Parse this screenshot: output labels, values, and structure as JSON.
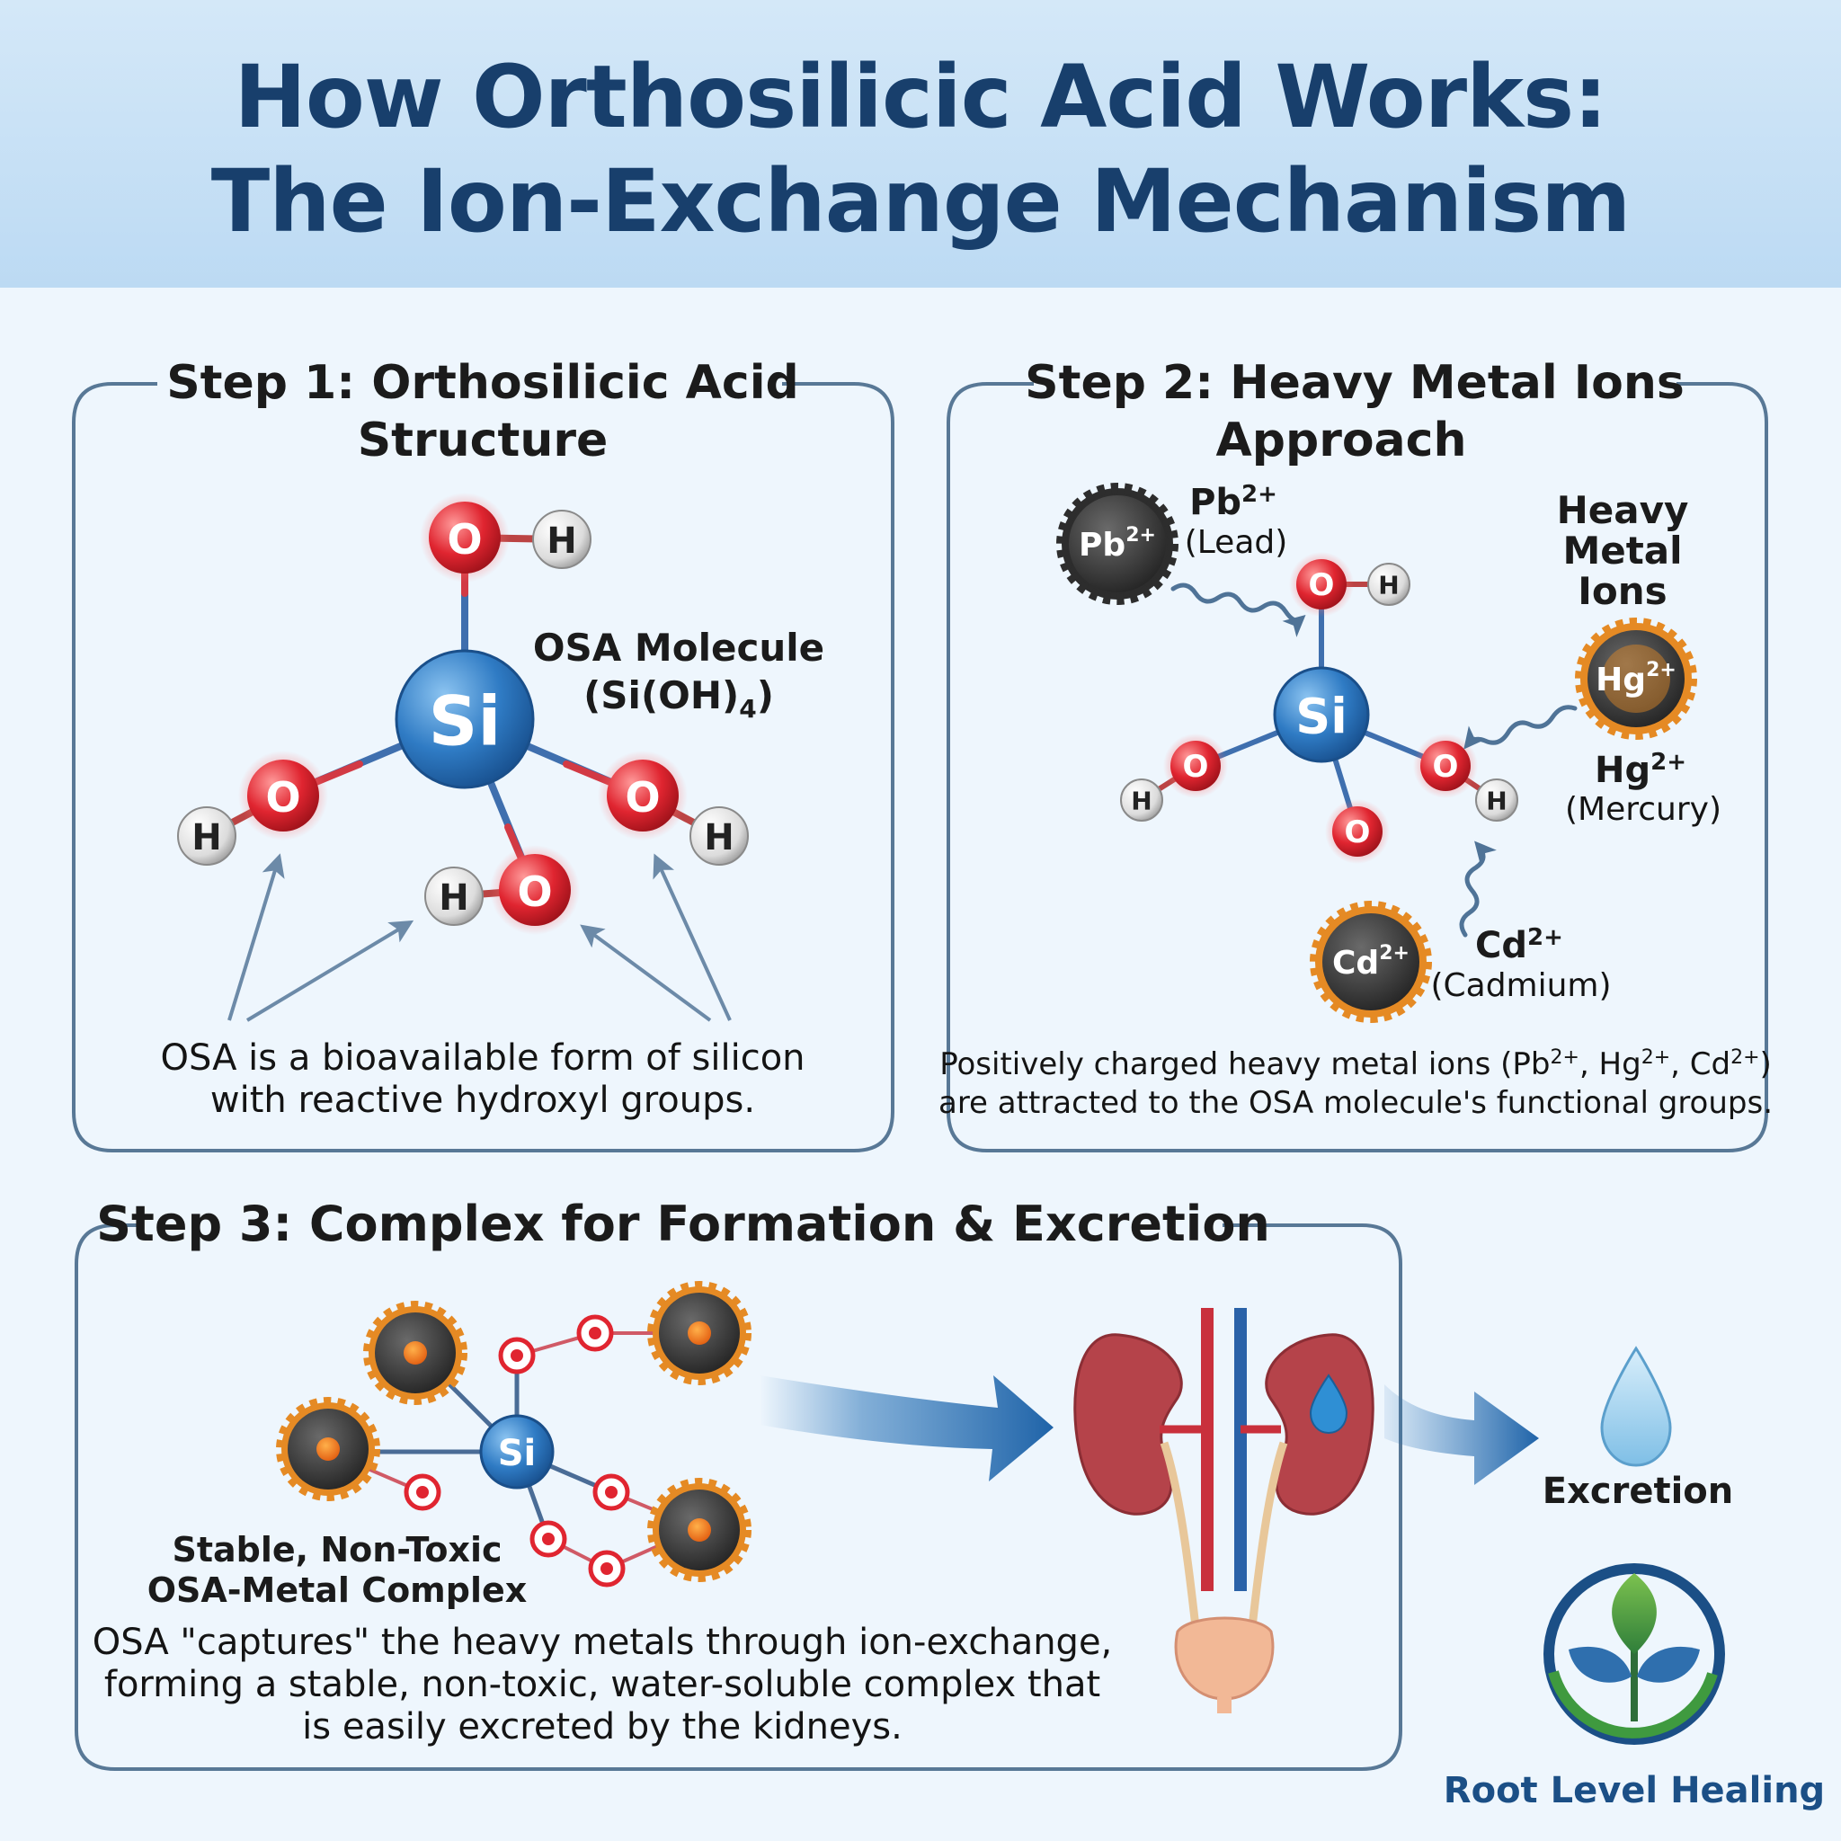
{
  "header": {
    "title_line1": "How Orthosilicic Acid Works:",
    "title_line2": "The Ion-Exchange Mechanism"
  },
  "step1": {
    "title_line1": "Step 1: Orthosilicic Acid",
    "title_line2": "Structure",
    "molecule_label": "OSA Molecule",
    "molecule_formula_main": "(Si(OH)",
    "molecule_formula_sub": "4",
    "molecule_formula_end": ")",
    "atom_si": "Si",
    "atom_o": "O",
    "atom_h": "H",
    "caption_line1": "OSA is a bioavailable form of silicon",
    "caption_line2": "with reactive hydroxyl groups."
  },
  "step2": {
    "title_line1": "Step 2: Heavy Metal Ions",
    "title_line2": "Approach",
    "ions": {
      "pb_symbol": "Pb",
      "hg_symbol": "Hg",
      "cd_symbol": "Cd",
      "charge": "2+",
      "pb_name": "(Lead)",
      "hg_name": "(Mercury)",
      "cd_name": "(Cadmium)"
    },
    "heavy_metal_label_line1": "Heavy",
    "heavy_metal_label_line2": "Metal",
    "heavy_metal_label_line3": "Ions",
    "caption_line1_a": "Positively charged heavy metal ions (Pb",
    "caption_line1_b": ", Hg",
    "caption_line1_c": ", Cd",
    "caption_line1_d": ")",
    "caption_line2": "are attracted to the OSA molecule's functional groups."
  },
  "step3": {
    "title": "Step 3: Complex for Formation & Excretion",
    "complex_label_line1": "Stable, Non-Toxic",
    "complex_label_line2": "OSA-Metal Complex",
    "excretion_label": "Excretion",
    "caption_line1": "OSA \"captures\" the heavy metals through ion-exchange,",
    "caption_line2": "forming a stable, non-toxic, water-soluble complex that",
    "caption_line3": "is easily excreted by the kidneys."
  },
  "brand": {
    "name": "Root Level Healing"
  },
  "colors": {
    "title": "#183f6c",
    "panel_border": "#587896",
    "oxygen": "#e02530",
    "silicon": "#2f7bc4",
    "metal_body": "#3d3d3d",
    "metal_spike": "#e58a24",
    "arrow_blue": "#2a74b8",
    "kidney": "#b5434a",
    "brand_blue": "#1b4f86",
    "brand_green": "#3f9a3f"
  }
}
